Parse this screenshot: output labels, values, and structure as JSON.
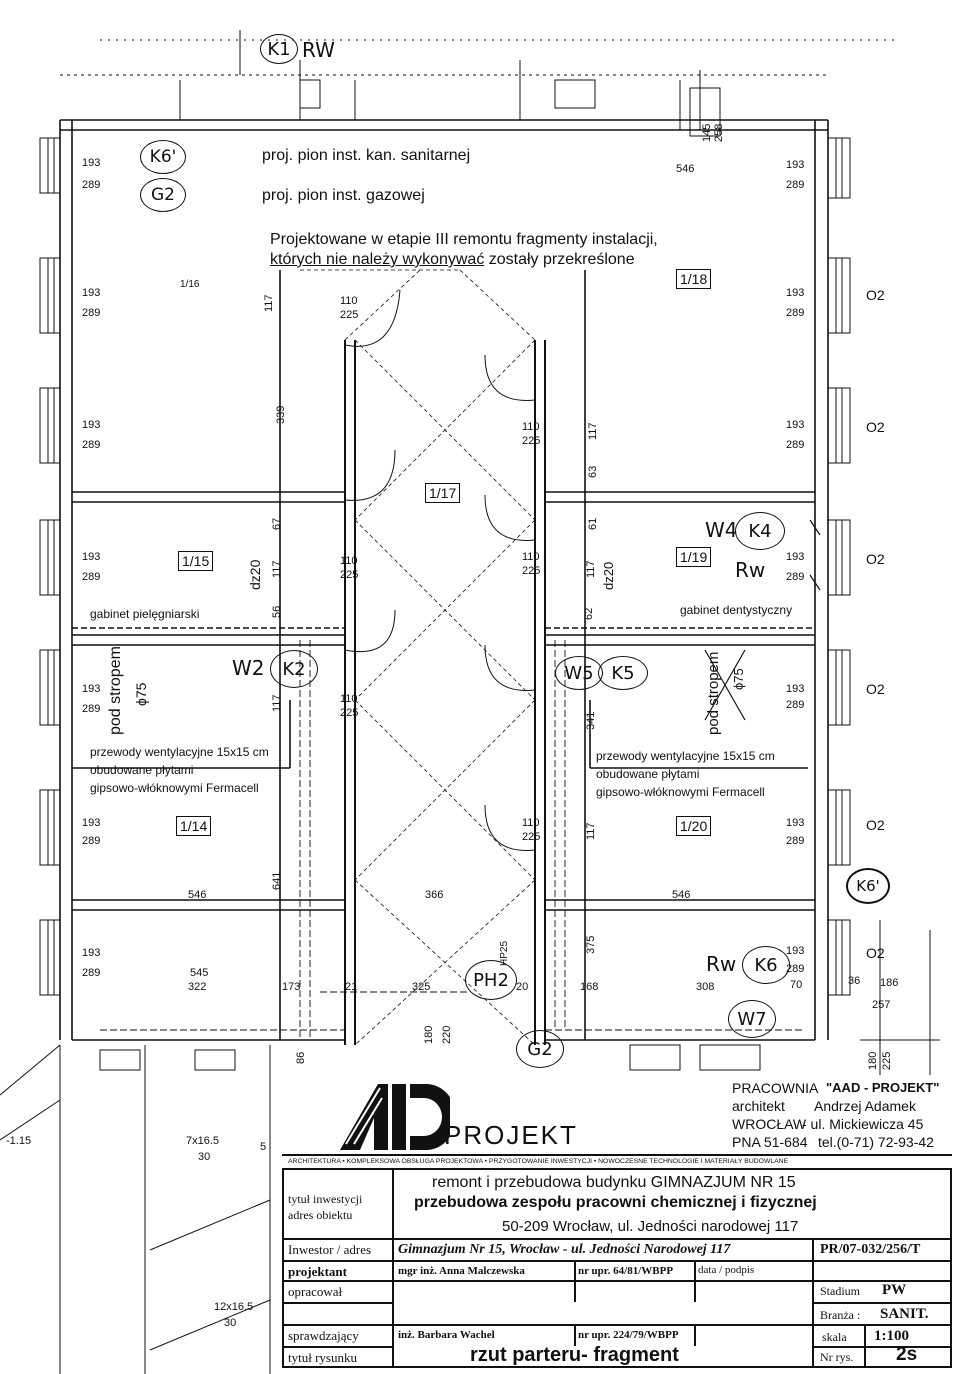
{
  "legend": {
    "k6_symbol": "K6'",
    "k6_text": "proj. pion inst. kan. sanitarnej",
    "g2_symbol": "G2",
    "g2_text": "proj. pion inst. gazowej",
    "note_line1": "Projektowane w etapie III remontu fragmenty instalacji,",
    "note_line2a": "których nie należy wykonywać",
    "note_line2b": " zostały przekreślone"
  },
  "top_marks": {
    "k1": "K1",
    "rw": "RW"
  },
  "rooms": {
    "r118": "1/18",
    "r117": "1/17",
    "r115": "1/15",
    "r119": "1/19",
    "r114": "1/14",
    "r120": "1/20",
    "r116_partial": "1/16"
  },
  "room_names": {
    "nurse": "gabinet pielęgniarski",
    "dentist": "gabinet dentystyczny"
  },
  "riser_labels": {
    "w4": "W4",
    "k4": "K4",
    "rw_k4": "Rw",
    "w2": "W2",
    "k2": "K2",
    "w5": "W5",
    "k5": "K5",
    "rw_k6": "Rw",
    "k6": "K6",
    "w7": "W7",
    "ph2": "PH2",
    "g2": "G2",
    "k6_right": "K6'"
  },
  "vertical_texts": {
    "pod_stropem": "pod stropem",
    "phi75": "ϕ75",
    "dz20": "dz20",
    "hp25": "HP25"
  },
  "notes": {
    "vent_l1": "przewody wentylacyjne 15x15 cm",
    "vent_l2": "obudowane płytami",
    "vent_l3": "gipsowo-włóknowymi Fermacell"
  },
  "dims": {
    "d193": "193",
    "d289": "289",
    "d546": "546",
    "d145": "145",
    "d258": "258",
    "d02": "O2",
    "d110": "110",
    "d225": "225",
    "d117": "117",
    "d339": "339",
    "d63": "63",
    "d61": "61",
    "d67": "67",
    "d62": "62",
    "d56": "56",
    "d341": "341",
    "d641": "641",
    "d366": "366",
    "d375": "375",
    "d545": "545",
    "d322": "322",
    "d173": "173",
    "d21": "21",
    "d325": "325",
    "d20": "20",
    "d168": "168",
    "d308": "308",
    "d70": "70",
    "d36": "36",
    "d186": "186",
    "d257": "257",
    "d180": "180",
    "d220": "220",
    "d86": "86",
    "d30": "30",
    "d7x165": "7x16.5",
    "d12x165": "12x16.5",
    "d115": "-1.15",
    "d225b": "225",
    "d180b": "180",
    "d5": "5"
  },
  "company": {
    "logo_text": "PROJEKT",
    "pracownia": "PRACOWNIA",
    "brand": "\"AAD - PROJEKT\"",
    "architekt": "architekt",
    "architekt_name": "Andrzej Adamek",
    "city": "WROCŁAW",
    "street": "- ul. Mickiewicza 45",
    "pna": "PNA 51-684",
    "tel": "tel.(0-71) 72-93-42",
    "services": "ARCHITEKTURA  •  KOMPLEKSOWA  OBSŁUGA  PROJEKTOWA  •  PRZYGOTOWANIE INWESTYCJI  •  NOWOCZESNE TECHNOLOGIE I MATERIAŁY BUDOWLANE"
  },
  "title_block": {
    "label_tytul": "tytuł inwestycji",
    "label_adres": "adres obiektu",
    "project_line1": "remont i przebudowa budynku GIMNAZJUM NR 15",
    "project_line2": "przebudowa zespołu pracowni chemicznej i fizycznej",
    "project_line3": "50-209 Wrocław, ul. Jedności narodowej 117",
    "label_inwestor": "Inwestor / adres",
    "inwestor": "Gimnazjum Nr 15, Wrocław - ul. Jedności Narodowej 117",
    "doc_number": "PR/07-032/256/T",
    "label_projektant": "projektant",
    "projektant": "mgr inż.  Anna Malczewska",
    "projektant_upr": "nr upr. 64/81/WBPP",
    "label_data": "data / podpis",
    "label_stadium": "Stadium",
    "stadium": "PW",
    "label_opracowal": "opracował",
    "label_branza": "Branża :",
    "branza": "SANIT.",
    "label_sprawdzajacy": "sprawdzający",
    "sprawdzajacy": "inż. Barbara Wachel",
    "sprawdzajacy_upr": "nr upr. 224/79/WBPP",
    "label_skala": "skala",
    "skala": "1:100",
    "label_tytul_rys": "tytuł rysunku",
    "drawing_title": "rzut parteru- fragment",
    "label_nr_rys": "Nr rys.",
    "nr_rys": "2s"
  }
}
